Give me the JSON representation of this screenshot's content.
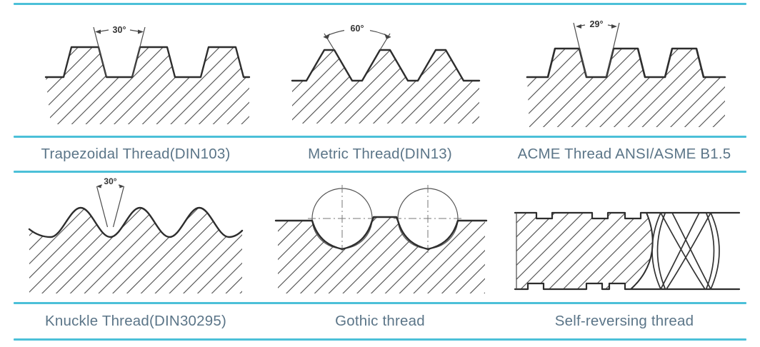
{
  "page": {
    "background": "#ffffff",
    "divider_color": "#4cc0d8",
    "caption_color": "#5b7588",
    "drawing_line_color": "#2d2d2d"
  },
  "figures": [
    {
      "id": "trapezoidal",
      "label": "Trapezoidal Thread(DIN103)",
      "angle": "30°"
    },
    {
      "id": "metric",
      "label": "Metric Thread(DIN13)",
      "angle": "60°"
    },
    {
      "id": "acme",
      "label": "ACME Thread ANSI/ASME B1.5",
      "angle": "29°"
    },
    {
      "id": "knuckle",
      "label": "Knuckle Thread(DIN30295)",
      "angle": "30°"
    },
    {
      "id": "gothic",
      "label": "Gothic thread"
    },
    {
      "id": "self-reversing",
      "label": "Self-reversing thread"
    }
  ]
}
